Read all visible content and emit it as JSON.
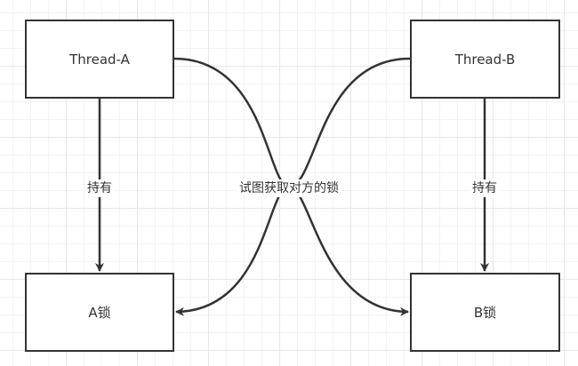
{
  "nodes": {
    "thread_a": "Thread-A",
    "thread_b": "Thread-B",
    "lock_a": "A锁",
    "lock_b": "B锁"
  },
  "edges": {
    "hold_a": "持有",
    "hold_b": "持有",
    "cross": "试图获取对方的锁"
  },
  "colors": {
    "stroke": "#333333",
    "background": "#ffffff",
    "grid": "#e6e6e6"
  }
}
